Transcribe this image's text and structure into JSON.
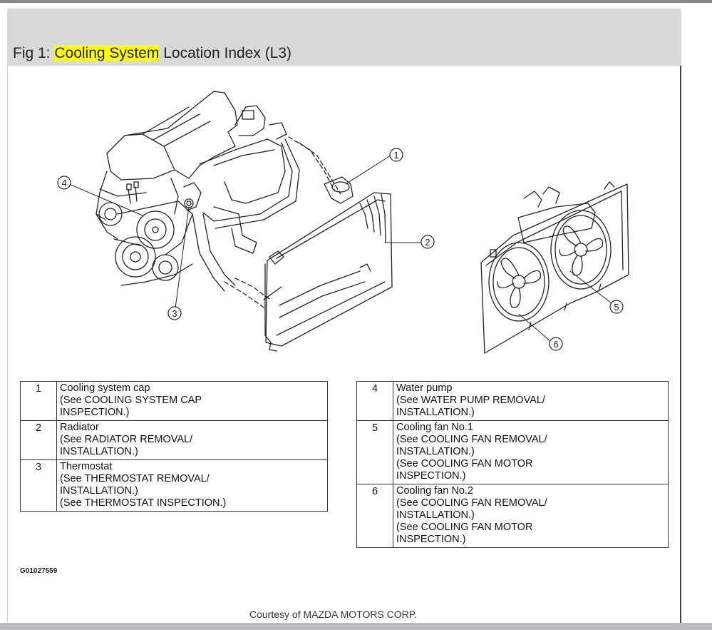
{
  "title": {
    "prefix": "Fig 1: ",
    "highlight": "Cooling System",
    "suffix": " Location Index (L3)"
  },
  "callouts": [
    "1",
    "2",
    "3",
    "4",
    "5",
    "6"
  ],
  "legend_left": [
    {
      "num": "1",
      "lines": [
        "Cooling system cap",
        "(See COOLING SYSTEM CAP",
        "INSPECTION.)"
      ]
    },
    {
      "num": "2",
      "lines": [
        "Radiator",
        "(See RADIATOR REMOVAL/",
        "INSTALLATION.)"
      ]
    },
    {
      "num": "3",
      "lines": [
        "Thermostat",
        "(See THERMOSTAT REMOVAL/",
        "INSTALLATION.)",
        "(See THERMOSTAT INSPECTION.)"
      ]
    }
  ],
  "legend_right": [
    {
      "num": "4",
      "lines": [
        "Water pump",
        "(See WATER PUMP REMOVAL/",
        "INSTALLATION.)"
      ]
    },
    {
      "num": "5",
      "lines": [
        "Cooling fan No.1",
        "(See COOLING FAN REMOVAL/",
        "INSTALLATION.)",
        "(See COOLING FAN MOTOR",
        "INSPECTION.)"
      ]
    },
    {
      "num": "6",
      "lines": [
        "Cooling fan No.2",
        "(See COOLING FAN REMOVAL/",
        "INSTALLATION.)",
        "(See COOLING FAN MOTOR",
        "INSPECTION.)"
      ]
    }
  ],
  "figure_code": "G01027559",
  "courtesy": "Courtesy of MAZDA MOTORS CORP."
}
